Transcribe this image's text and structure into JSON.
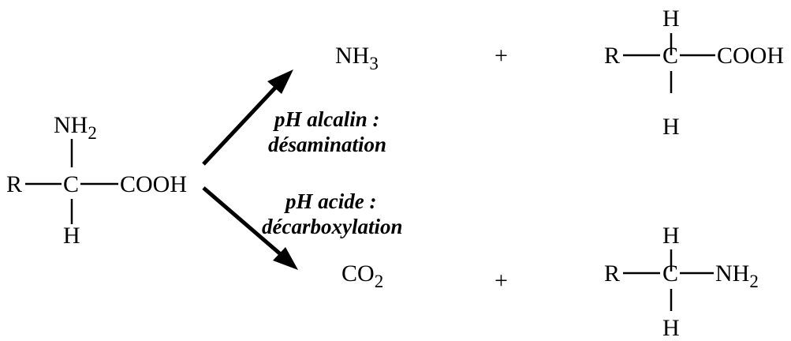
{
  "reactant": {
    "top": "NH",
    "top_sub": "2",
    "left": "R",
    "center": "C",
    "right": "COOH",
    "bottom": "H"
  },
  "upper_path": {
    "condition_line1": "pH alcalin :",
    "condition_line2": "désamination",
    "product1": "NH",
    "product1_sub": "3",
    "plus": "+",
    "product2": {
      "top": "H",
      "left": "R",
      "center": "C",
      "right": "COOH",
      "bottom": "H"
    }
  },
  "lower_path": {
    "condition_line1": "pH acide :",
    "condition_line2": "décarboxylation",
    "product1": "CO",
    "product1_sub": "2",
    "plus": "+",
    "product2": {
      "top": "H",
      "left": "R",
      "center": "C",
      "right": "NH",
      "right_sub": "2",
      "bottom": "H"
    }
  }
}
